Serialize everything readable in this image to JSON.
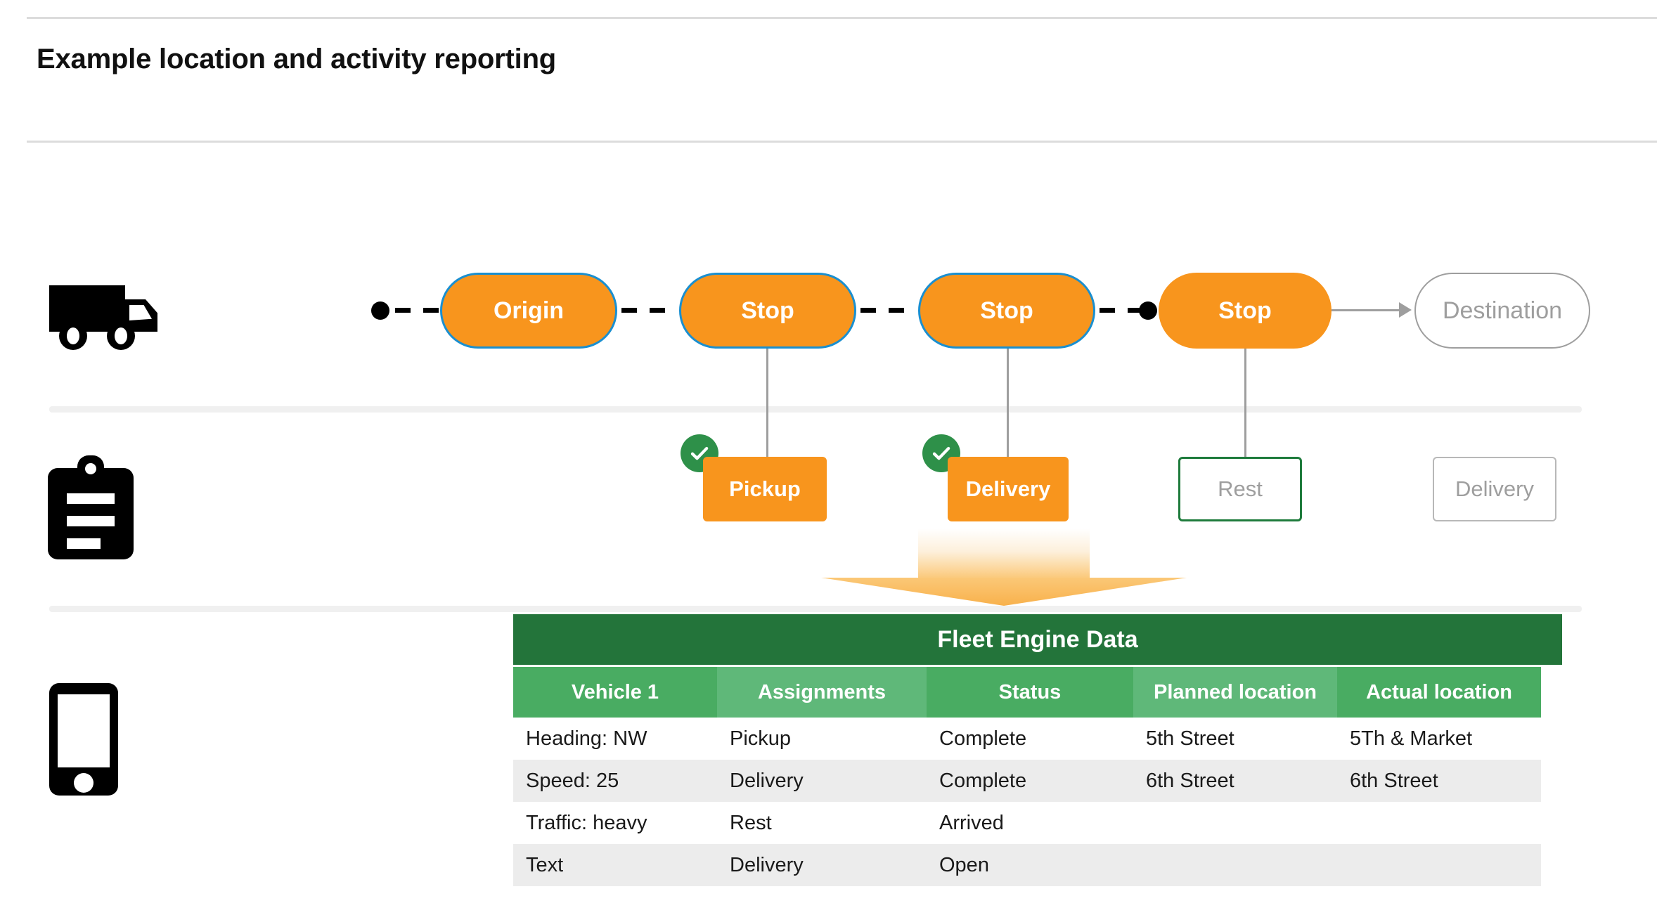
{
  "header": {
    "title": "Example location and activity reporting"
  },
  "rails": [
    {
      "icon": "truck-icon",
      "name": "vehicle-rail"
    },
    {
      "icon": "clipboard-icon",
      "name": "assignment-rail"
    },
    {
      "icon": "phone-icon",
      "name": "device-rail"
    }
  ],
  "route": {
    "nodes": [
      {
        "label": "Origin",
        "style": "filled-bordered"
      },
      {
        "label": "Stop",
        "style": "filled-bordered"
      },
      {
        "label": "Stop",
        "style": "filled-bordered"
      },
      {
        "label": "Stop",
        "style": "filled"
      },
      {
        "label": "Destination",
        "style": "outline"
      }
    ]
  },
  "activities": [
    {
      "label": "Pickup",
      "style": "filled",
      "completed": true
    },
    {
      "label": "Delivery",
      "style": "filled",
      "completed": true
    },
    {
      "label": "Rest",
      "style": "green-outline",
      "completed": false
    },
    {
      "label": "Delivery",
      "style": "gray-outline",
      "completed": false
    }
  ],
  "table": {
    "title": "Fleet Engine Data",
    "columns": [
      "Vehicle 1",
      "Assignments",
      "Status",
      "Planned location",
      "Actual location"
    ],
    "rows": [
      [
        "Heading: NW",
        "Pickup",
        "Complete",
        "5th Street",
        "5Th & Market"
      ],
      [
        "Speed: 25",
        "Delivery",
        "Complete",
        "6th Street",
        "6th Street"
      ],
      [
        "Traffic: heavy",
        "Rest",
        "Arrived",
        "",
        ""
      ],
      [
        "Text",
        "Delivery",
        "Open",
        "",
        ""
      ]
    ]
  },
  "colors": {
    "orange": "#F8951D",
    "blue_border": "#1A8FD0",
    "green_dark": "#23743A",
    "green_header_a": "#49AC62",
    "green_header_b": "#5FB879",
    "green_check": "#2E9049",
    "gray_outline": "#9e9e9e",
    "row_alt": "#ececec"
  }
}
